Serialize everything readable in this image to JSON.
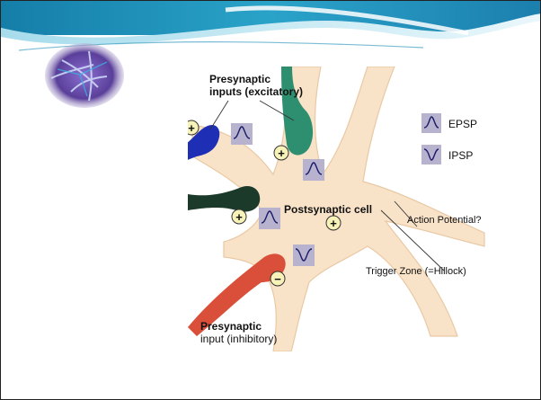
{
  "diagram": {
    "presynaptic_excitatory_line1": "Presynaptic",
    "presynaptic_excitatory_line2": "inputs (excitatory)",
    "postsynaptic_cell": "Postsynaptic cell",
    "action_potential": "Action Potential?",
    "trigger_zone": "Trigger Zone (=Hillock)",
    "presynaptic_inhibitory_line1": "Presynaptic",
    "presynaptic_inhibitory_line2": "input (inhibitory)",
    "plus_sign": "+",
    "minus_sign": "−",
    "legend": {
      "epsp": "EPSP",
      "ipsp": "IPSP"
    }
  },
  "colors": {
    "banner_teal": "#1f8fb7",
    "cell_fill": "#f8e2c8",
    "excitatory_blue": "#1f2fb5",
    "excitatory_green": "#2e8f70",
    "excitatory_dark": "#1c3a2a",
    "inhibitory_red": "#d94f3a",
    "psp_box": "#b7b3cf"
  }
}
